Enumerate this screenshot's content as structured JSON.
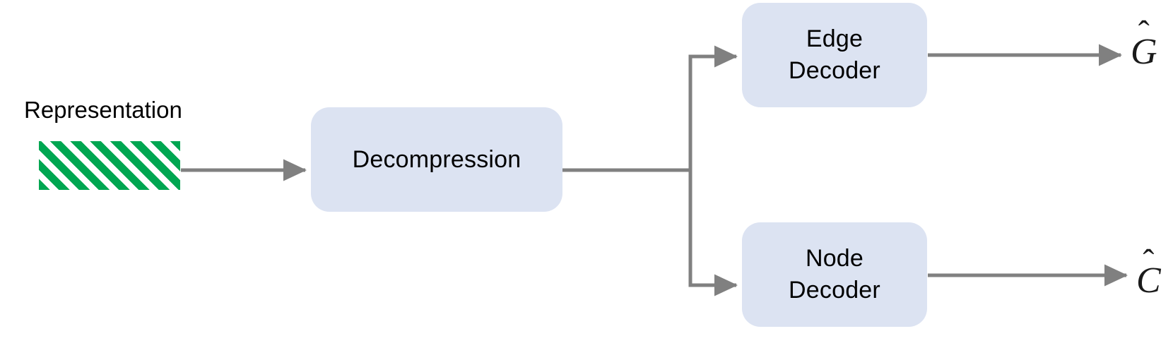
{
  "diagram": {
    "title": "Graph decompression and decoding pipeline",
    "background_color": "#ffffff",
    "palette": {
      "box_fill": "#dce3f2",
      "hatch_green": "#00a651",
      "hatch_background": "#ffffff",
      "connector_gray": "#808080",
      "text_black": "#000000"
    },
    "labels": {
      "representation": "Representation"
    },
    "nodes": [
      {
        "id": "decompression",
        "label": "Decompression",
        "shape": "rounded-rectangle",
        "fill": "#dce3f2"
      },
      {
        "id": "edge-decoder",
        "label": "Edge\nDecoder",
        "label_line1": "Edge",
        "label_line2": "Decoder",
        "shape": "rounded-rectangle",
        "fill": "#dce3f2"
      },
      {
        "id": "node-decoder",
        "label": "Node\nDecoder",
        "label_line1": "Node",
        "label_line2": "Decoder",
        "shape": "rounded-rectangle",
        "fill": "#dce3f2"
      }
    ],
    "representation_block": {
      "name": "hatched-green-block",
      "pattern": "diagonal-stripes-45deg",
      "stripe_color": "#00a651"
    },
    "outputs": [
      {
        "id": "g-hat",
        "symbol": "G",
        "accent": "̂",
        "display": "Ĝ",
        "from": "edge-decoder"
      },
      {
        "id": "c-hat",
        "symbol": "C",
        "accent": "̂",
        "display": "Ĉ",
        "from": "node-decoder"
      }
    ],
    "connectors": [
      {
        "id": "representation-to-decompression",
        "from": "representation-block",
        "to": "decompression",
        "style": "straight-arrow"
      },
      {
        "id": "decompression-to-split",
        "from": "decompression",
        "to": "branch-point",
        "style": "straight-line"
      },
      {
        "id": "split-to-edge-decoder",
        "from": "branch-point",
        "to": "edge-decoder",
        "style": "elbow-arrow-up"
      },
      {
        "id": "split-to-node-decoder",
        "from": "branch-point",
        "to": "node-decoder",
        "style": "elbow-arrow-down"
      },
      {
        "id": "edge-decoder-to-g-hat",
        "from": "edge-decoder",
        "to": "g-hat",
        "style": "straight-arrow"
      },
      {
        "id": "node-decoder-to-c-hat",
        "from": "node-decoder",
        "to": "c-hat",
        "style": "straight-arrow"
      }
    ]
  }
}
